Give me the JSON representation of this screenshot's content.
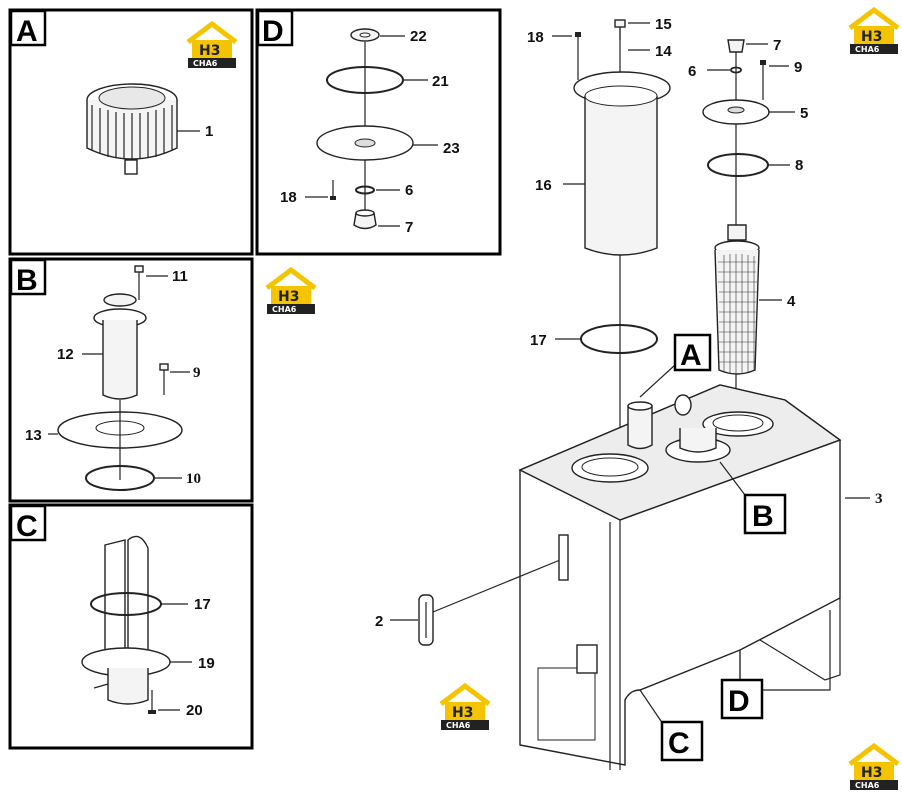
{
  "panels": {
    "A": {
      "letter": "A",
      "labels": [
        "1"
      ]
    },
    "B": {
      "letter": "B",
      "labels": [
        "11",
        "12",
        "9",
        "13",
        "10"
      ]
    },
    "C": {
      "letter": "C",
      "labels": [
        "17",
        "19",
        "20"
      ]
    },
    "D": {
      "letter": "D",
      "labels": [
        "22",
        "21",
        "23",
        "18",
        "6",
        "7"
      ]
    }
  },
  "main_labels": {
    "l18": "18",
    "l15": "15",
    "l14": "14",
    "l16": "16",
    "l17": "17",
    "l7": "7",
    "l6": "6",
    "l9": "9",
    "l5": "5",
    "l8": "8",
    "l4": "4",
    "l3": "3",
    "l2": "2"
  },
  "detail_tags": {
    "A": "A",
    "B": "B",
    "C": "C",
    "D": "D"
  },
  "watermark": {
    "top": "H3",
    "bottom": "CHA6",
    "color_yellow": "#f5c400",
    "color_dark": "#222222"
  }
}
